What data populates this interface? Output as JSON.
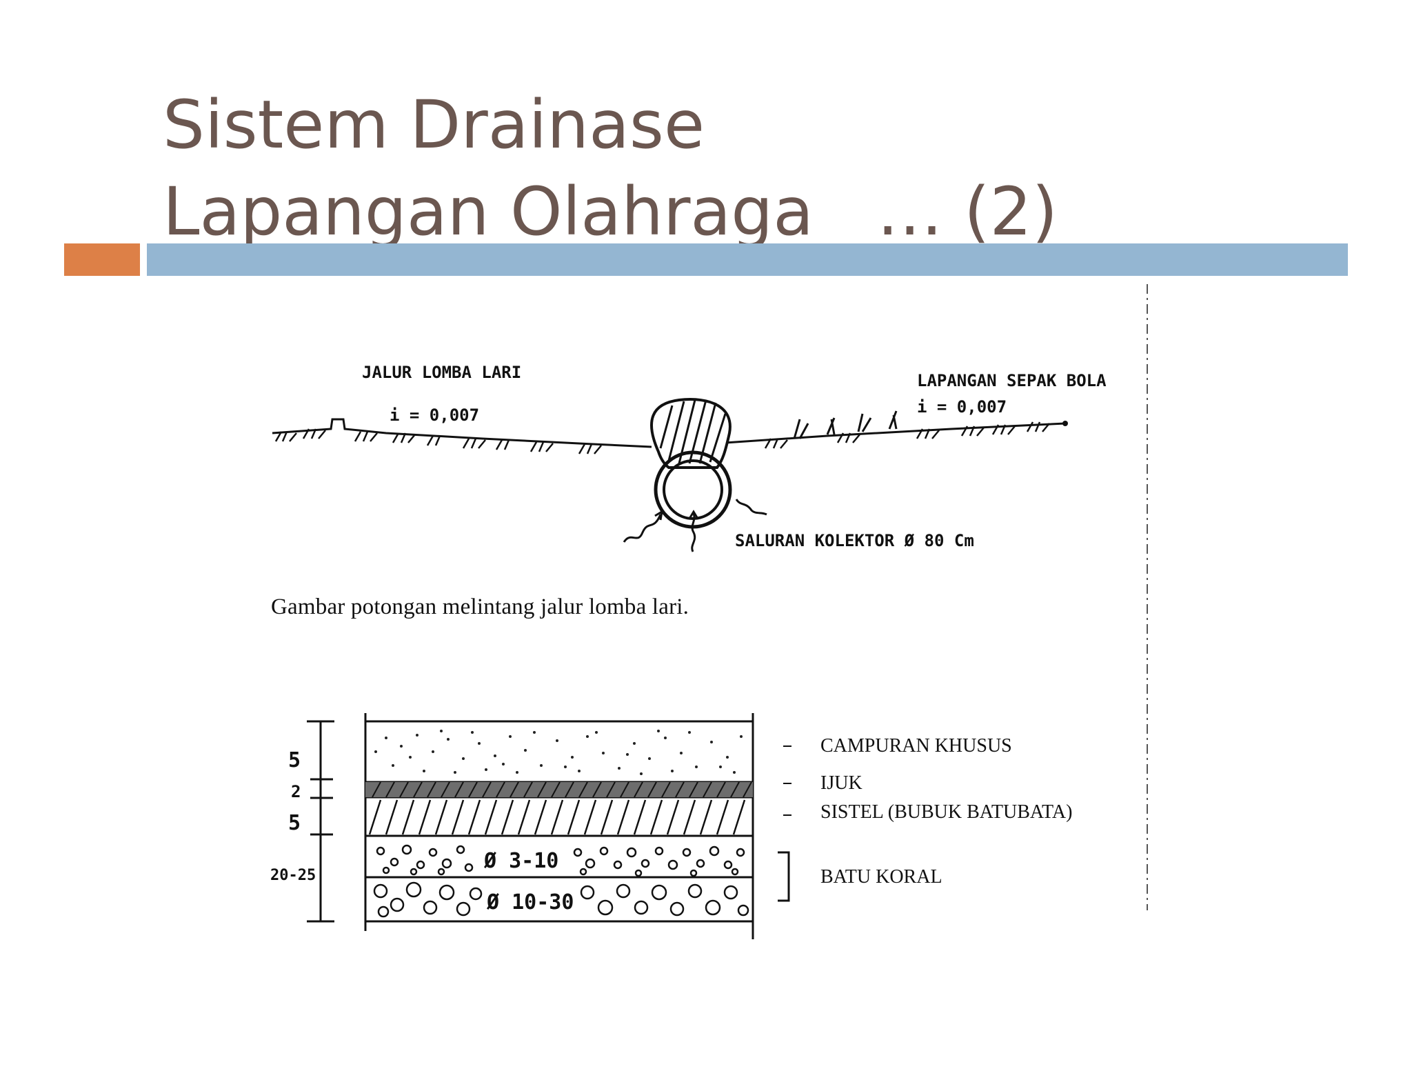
{
  "slide": {
    "title_line1": "Sistem Drainase",
    "title_line2": "Lapangan Olahraga   … (2)",
    "accent_colors": {
      "title": "#6b5750",
      "orange_bar": "#dd8047",
      "blue_bar": "#94b6d2"
    }
  },
  "cross_section": {
    "left_label": "JALUR LOMBA LARI",
    "left_slope": "i = 0,007",
    "right_label": "LAPANGAN SEPAK BOLA",
    "right_slope": "i = 0,007",
    "collector_label": "SALURAN KOLEKTOR  Ø 80 Cm",
    "caption": "Gambar potongan melintang jalur lomba lari."
  },
  "layers": {
    "dimensions": [
      "5",
      "2",
      "5",
      "20-25"
    ],
    "labels": [
      "CAMPURAN KHUSUS",
      "IJUK",
      "SISTEL (BUBUK BATUBATA)",
      "BATU KORAL"
    ],
    "aggregate_fine": "Ø 3-10",
    "aggregate_coarse": "Ø 10-30"
  }
}
